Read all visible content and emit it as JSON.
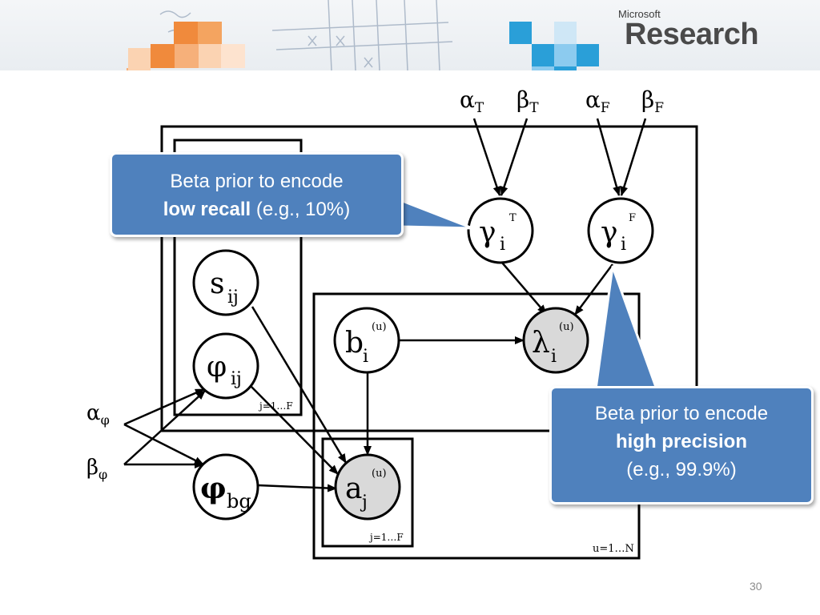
{
  "header": {
    "logo_small": "Microsoft",
    "logo_big": "Research"
  },
  "diagram": {
    "hyperparameters": {
      "alpha_T": {
        "base": "α",
        "sub": "T"
      },
      "beta_T": {
        "base": "β",
        "sub": "T"
      },
      "alpha_F": {
        "base": "α",
        "sub": "F"
      },
      "beta_F": {
        "base": "β",
        "sub": "F"
      },
      "alpha_phi": {
        "base": "α",
        "sub": "φ"
      },
      "beta_phi": {
        "base": "β",
        "sub": "φ"
      }
    },
    "nodes": {
      "gamma_T": {
        "base": "γ",
        "sub": "i",
        "sup": "T",
        "observed": false
      },
      "gamma_F": {
        "base": "γ",
        "sub": "i",
        "sup": "F",
        "observed": false
      },
      "s": {
        "base": "s",
        "sub": "ij",
        "observed": false
      },
      "phi": {
        "base": "φ",
        "sub": "ij",
        "observed": false
      },
      "phi_bg": {
        "base": "φ",
        "sub": "bg",
        "observed": false
      },
      "b": {
        "base": "b",
        "sub": "i",
        "sup": "(u)",
        "observed": false
      },
      "lambda": {
        "base": "λ",
        "sub": "i",
        "sup": "(u)",
        "observed": true
      },
      "a": {
        "base": "a",
        "sub": "j",
        "sup": "(u)",
        "observed": true
      }
    },
    "plate_labels": {
      "j_plate_left": "j=1…F",
      "j_plate_inner": "j=1…F",
      "u_plate": "u=1…N"
    }
  },
  "callouts": {
    "low_recall": {
      "line1": "Beta prior to encode",
      "bold": "low recall",
      "rest": " (e.g., 10%)"
    },
    "high_precision": {
      "line1": "Beta prior to encode",
      "bold": "high precision",
      "line3": "(e.g., 99.9%)"
    }
  },
  "footer": {
    "slide_number": "30"
  },
  "colors": {
    "callout_fill": "#4f81bd",
    "observed_node_fill": "#d9d9d9",
    "banner_orange": "#f08a3c",
    "banner_blue": "#2a9fd8"
  }
}
